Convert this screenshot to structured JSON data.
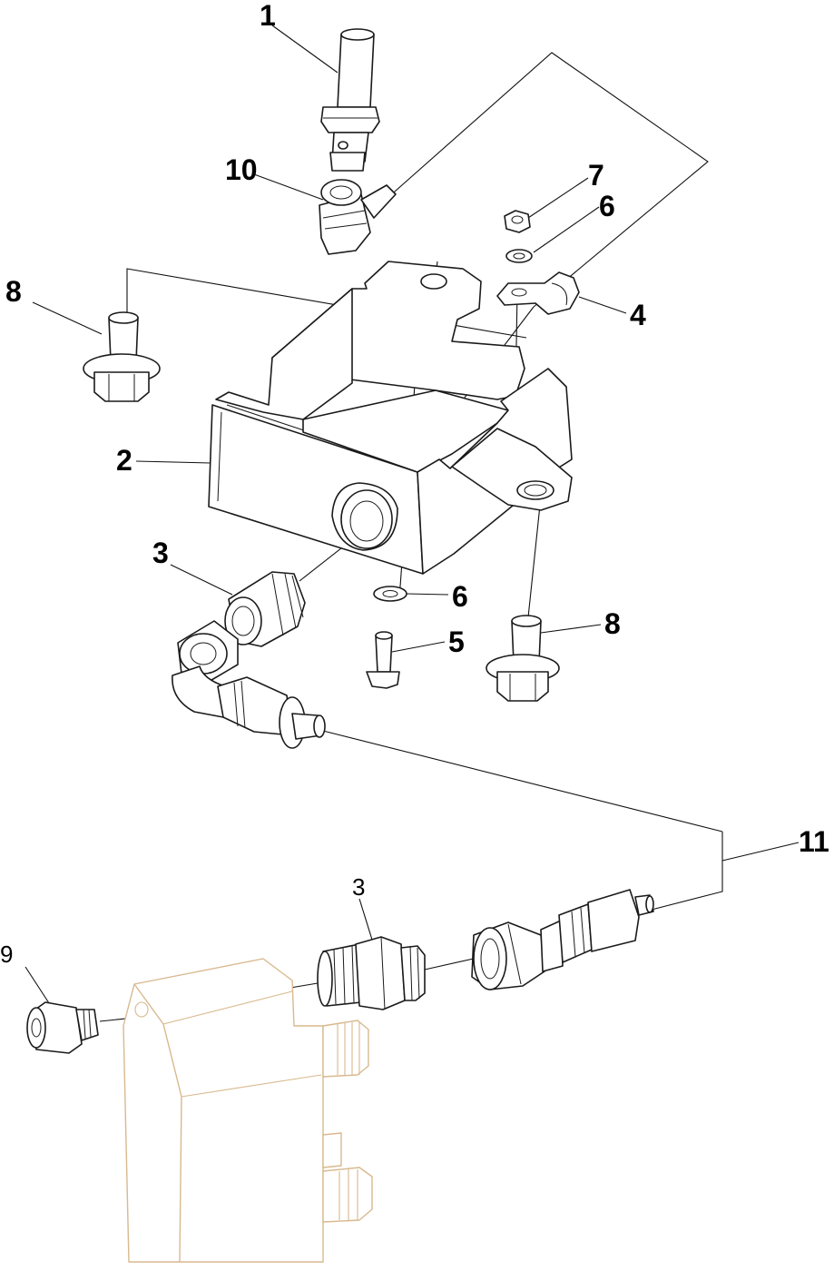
{
  "callouts": {
    "c1": "1",
    "c2": "2",
    "c3_top": "3",
    "c4": "4",
    "c5": "5",
    "c6_top": "6",
    "c6_bottom": "6",
    "c7": "7",
    "c8_left": "8",
    "c8_right": "8",
    "c9": "9",
    "c10": "10",
    "c11": "11",
    "c3_bottom": "3"
  },
  "colors": {
    "line": "#1a1a1a",
    "ghost_part": "#d8b98e",
    "background": "#ffffff"
  }
}
